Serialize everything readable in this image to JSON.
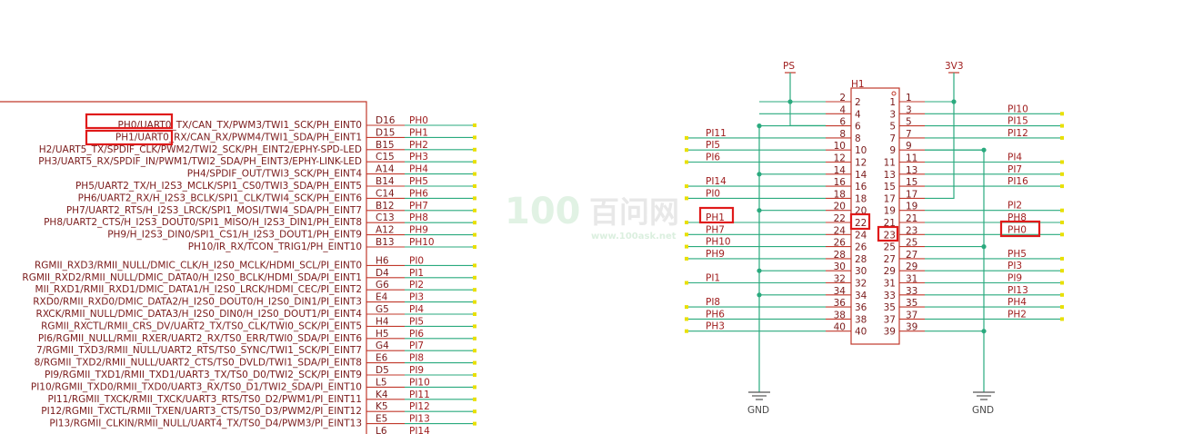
{
  "colors": {
    "outline": "#c0392b",
    "wire": "#2aaa7e",
    "pin_end": "#e8e000",
    "highlight": "#e01a1a",
    "text": "#7a1a1a"
  },
  "left_chip": {
    "rows": [
      {
        "func": "PH0/UART0_TX/CAN_TX/PWM3/TWI1_SCK/PH_EINT0",
        "ball": "D16",
        "net": "PH0"
      },
      {
        "func": "PH1/UART0_RX/CAN_RX/PWM4/TWI1_SDA/PH_EINT1",
        "ball": "D15",
        "net": "PH1"
      },
      {
        "func": "H2/UART5_TX/SPDIF_CLK/PWM2/TWI2_SCK/PH_EINT2/EPHY-SPD-LED",
        "ball": "B15",
        "net": "PH2"
      },
      {
        "func": "PH3/UART5_RX/SPDIF_IN/PWM1/TWI2_SDA/PH_EINT3/EPHY-LINK-LED",
        "ball": "C15",
        "net": "PH3"
      },
      {
        "func": "PH4/SPDIF_OUT/TWI3_SCK/PH_EINT4",
        "ball": "A14",
        "net": "PH4"
      },
      {
        "func": "PH5/UART2_TX/H_I2S3_MCLK/SPI1_CS0/TWI3_SDA/PH_EINT5",
        "ball": "B14",
        "net": "PH5"
      },
      {
        "func": "PH6/UART2_RX/H_I2S3_BCLK/SPI1_CLK/TWI4_SCK/PH_EINT6",
        "ball": "C14",
        "net": "PH6"
      },
      {
        "func": "PH7/UART2_RTS/H_I2S3_LRCK/SPI1_MOSI/TWI4_SDA/PH_EINT7",
        "ball": "B12",
        "net": "PH7"
      },
      {
        "func": "PH8/UART2_CTS/H_I2S3_DOUT0/SPI1_MISO/H_I2S3_DIN1/PH_EINT8",
        "ball": "C13",
        "net": "PH8"
      },
      {
        "func": "PH9/H_I2S3_DIN0/SPI1_CS1/H_I2S3_DOUT1/PH_EINT9",
        "ball": "A12",
        "net": "PH9"
      },
      {
        "func": "PH10/IR_RX/TCON_TRIG1/PH_EINT10",
        "ball": "B13",
        "net": "PH10"
      },
      {
        "func": "RGMII_RXD3/RMII_NULL/DMIC_CLK/H_I2S0_MCLK/HDMI_SCL/PI_EINT0",
        "ball": "H6",
        "net": "PI0"
      },
      {
        "func": "RGMII_RXD2/RMII_NULL/DMIC_DATA0/H_I2S0_BCLK/HDMI_SDA/PI_EINT1",
        "ball": "D4",
        "net": "PI1"
      },
      {
        "func": "MII_RXD1/RMII_RXD1/DMIC_DATA1/H_I2S0_LRCK/HDMI_CEC/PI_EINT2",
        "ball": "G6",
        "net": "PI2"
      },
      {
        "func": "RXD0/RMII_RXD0/DMIC_DATA2/H_I2S0_DOUT0/H_I2S0_DIN1/PI_EINT3",
        "ball": "E4",
        "net": "PI3"
      },
      {
        "func": "RXCK/RMII_NULL/DMIC_DATA3/H_I2S0_DIN0/H_I2S0_DOUT1/PI_EINT4",
        "ball": "G5",
        "net": "PI4"
      },
      {
        "func": "RGMII_RXCTL/RMII_CRS_DV/UART2_TX/TS0_CLK/TWI0_SCK/PI_EINT5",
        "ball": "H4",
        "net": "PI5"
      },
      {
        "func": "PI6/RGMII_NULL/RMII_RXER/UART2_RX/TS0_ERR/TWI0_SDA/PI_EINT6",
        "ball": "H5",
        "net": "PI6"
      },
      {
        "func": "7/RGMII_TXD3/RMII_NULL/UART2_RTS/TS0_SYNC/TWI1_SCK/PI_EINT7",
        "ball": "G4",
        "net": "PI7"
      },
      {
        "func": "8/RGMII_TXD2/RMII_NULL/UART2_CTS/TS0_DVLD/TWI1_SDA/PI_EINT8",
        "ball": "E6",
        "net": "PI8"
      },
      {
        "func": "PI9/RGMII_TXD1/RMII_TXD1/UART3_TX/TS0_D0/TWI2_SCK/PI_EINT9",
        "ball": "D5",
        "net": "PI9"
      },
      {
        "func": "PI10/RGMII_TXD0/RMII_TXD0/UART3_RX/TS0_D1/TWI2_SDA/PI_EINT10",
        "ball": "L5",
        "net": "PI10"
      },
      {
        "func": "PI11/RGMII_TXCK/RMII_TXCK/UART3_RTS/TS0_D2/PWM1/PI_EINT11",
        "ball": "K4",
        "net": "PI11"
      },
      {
        "func": "PI12/RGMII_TXCTL/RMII_TXEN/UART3_CTS/TS0_D3/PWM2/PI_EINT12",
        "ball": "K5",
        "net": "PI12"
      },
      {
        "func": "PI13/RGMII_CLKIN/RMII_NULL/UART4_TX/TS0_D4/PWM3/PI_EINT13",
        "ball": "E5",
        "net": "PI13"
      },
      {
        "func": "",
        "ball": "L6",
        "net": "PI14"
      }
    ]
  },
  "header": {
    "ref": "H1",
    "power_left": "PS",
    "power_right": "3V3",
    "gnd_left": "GND",
    "gnd_right": "GND",
    "left_nets": {
      "8": "PI11",
      "10": "PI5",
      "12": "PI6",
      "16": "PI14",
      "18": "PI0",
      "22": "PH1",
      "24": "PH7",
      "26": "PH10",
      "28": "PH9",
      "32": "PI1",
      "36": "PI8",
      "38": "PH6",
      "40": "PH3"
    },
    "right_nets": {
      "3": "PI10",
      "5": "PI15",
      "7": "PI12",
      "11": "PI4",
      "13": "PI7",
      "15": "PI16",
      "19": "PI2",
      "21": "PH8",
      "23": "PH0",
      "27": "PH5",
      "29": "PI3",
      "31": "PI9",
      "33": "PI13",
      "35": "PH4",
      "37": "PH2"
    }
  },
  "watermark": {
    "logo_number": "100",
    "logo_text": "百问网",
    "url": "www.100ask.net"
  }
}
